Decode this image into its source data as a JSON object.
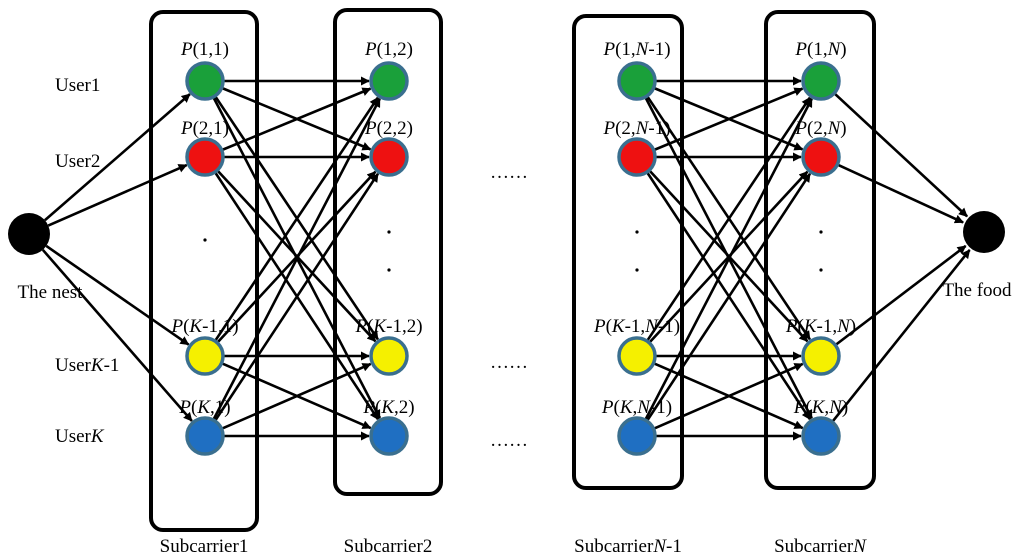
{
  "endpoints": {
    "nest_label": "The nest",
    "food_label": "The food"
  },
  "users": [
    {
      "prefix": "User",
      "suffix": "1",
      "suffix_italic": false
    },
    {
      "prefix": "User",
      "suffix": "2",
      "suffix_italic": false
    },
    {
      "prefix": "User",
      "suffix": "K",
      "suffix_italic": true,
      "tail": "-1"
    },
    {
      "prefix": "User",
      "suffix": "K",
      "suffix_italic": true
    }
  ],
  "subcarriers": [
    {
      "label": {
        "prefix": "Subcarrier",
        "suffix": "1",
        "suffix_italic": false
      },
      "nodes": [
        {
          "label": "P(1,1)"
        },
        {
          "label": "P(2,1)"
        },
        {
          "label": "P(K-1,1)"
        },
        {
          "label": "P(K,1)"
        }
      ]
    },
    {
      "label": {
        "prefix": "Subcarrier",
        "suffix": "2",
        "suffix_italic": false
      },
      "nodes": [
        {
          "label": "P(1,2)"
        },
        {
          "label": "P(2,2)"
        },
        {
          "label": "P(K-1,2)"
        },
        {
          "label": "P(K,2)"
        }
      ]
    },
    {
      "label": {
        "prefix": "Subcarrier",
        "suffix": "N",
        "suffix_italic": true,
        "tail": "-1"
      },
      "nodes": [
        {
          "label": "P(1,N-1)"
        },
        {
          "label": "P(2,N-1)"
        },
        {
          "label": "P(K-1,N-1)"
        },
        {
          "label": "P(K,N-1)"
        }
      ]
    },
    {
      "label": {
        "prefix": "Subcarrier",
        "suffix": "N",
        "suffix_italic": true
      },
      "nodes": [
        {
          "label": "P(1,N)"
        },
        {
          "label": "P(2,N)"
        },
        {
          "label": "P(K-1,N)"
        },
        {
          "label": "P(K,N)"
        }
      ]
    }
  ],
  "ellipsis_text": "……",
  "colors": {
    "row1": "#1aa03a",
    "row2": "#ee1111",
    "row3": "#f5f000",
    "row4": "#1f6fc2",
    "node_border": "#3a6f8f",
    "endpoint": "#000000",
    "line": "#000000"
  }
}
